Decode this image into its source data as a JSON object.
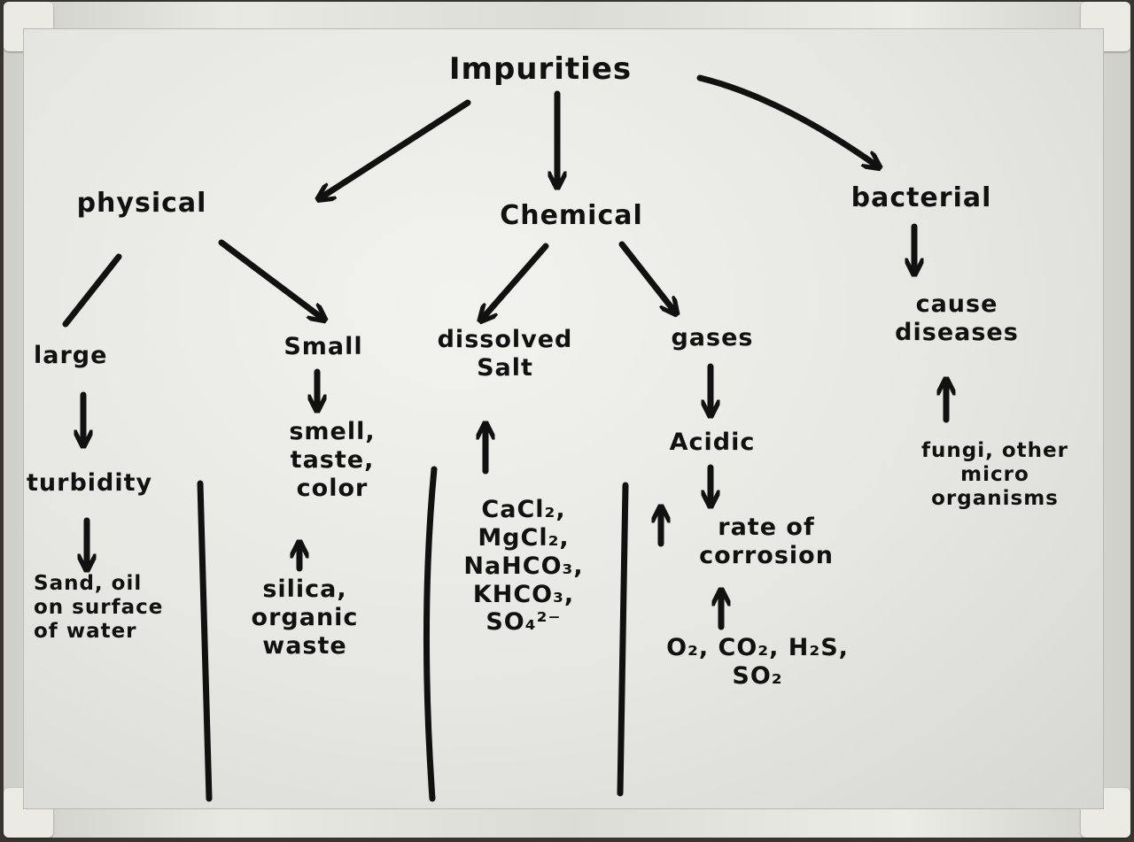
{
  "diagram": {
    "root": "Impurities",
    "categories": {
      "physical": "physical",
      "chemical": "Chemical",
      "bacterial": "bacterial"
    },
    "physical": {
      "large": "large",
      "turbidity": "turbidity",
      "large_examples": "Sand, oil\non surface\nof water",
      "small": "Small",
      "small_effects": "smell,\ntaste,\ncolor",
      "small_examples": "silica,\norganic\nwaste"
    },
    "chemical": {
      "dissolved_salt": "dissolved\nSalt",
      "salt_examples": "CaCl₂, MgCl₂,\nNaHCO₃,\nKHCO₃,\nSO₄²⁻",
      "gases": "gases",
      "acidic": "Acidic",
      "corrosion": "rate of\ncorrosion",
      "gas_examples": "O₂, CO₂, H₂S,\nSO₂"
    },
    "bacterial": {
      "effect": "cause\ndiseases",
      "examples": "fungi, other\nmicro organisms"
    }
  },
  "colors": {
    "marker": "#111111",
    "board": "#e8e8e4",
    "frame": "#dcdcd6"
  }
}
